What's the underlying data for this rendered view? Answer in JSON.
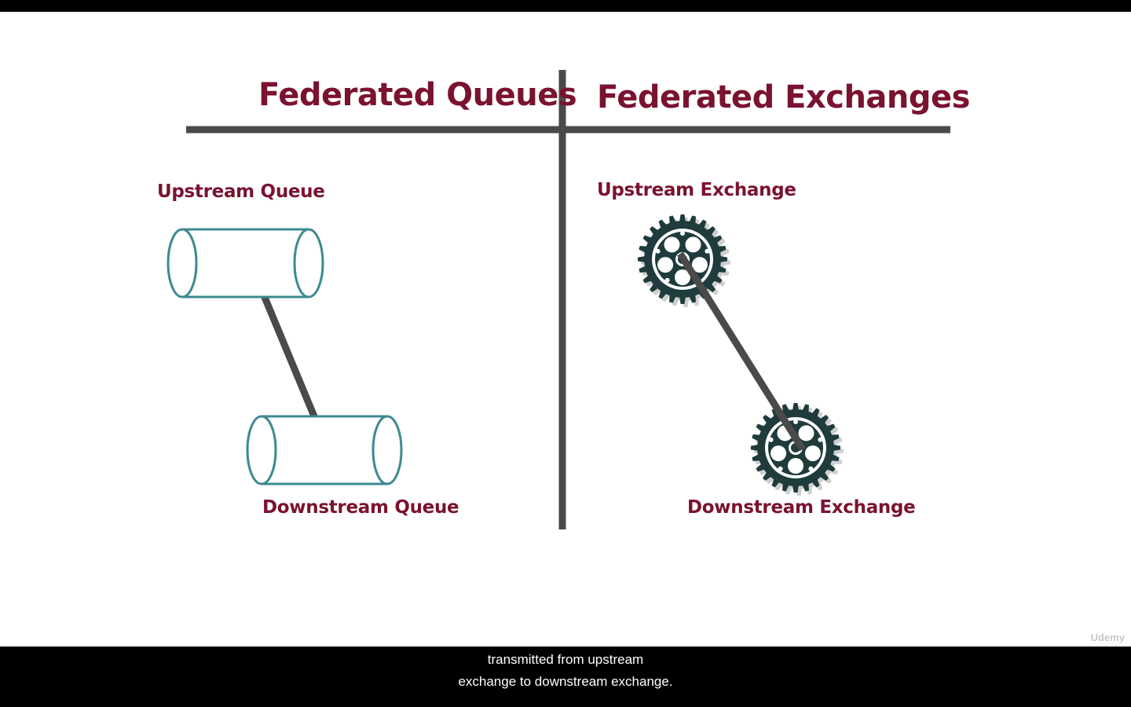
{
  "slide": {
    "left_heading": "Federated Queues",
    "right_heading": "Federated Exchanges",
    "upstream_queue_label": "Upstream Queue",
    "downstream_queue_label": "Downstream Queue",
    "upstream_exchange_label": "Upstream Exchange",
    "downstream_exchange_label": "Downstream Exchange",
    "watermark": "Udemy"
  },
  "colors": {
    "heading": "#7a1230",
    "divider": "#4a4a4a",
    "queue_outline": "#3d8a92",
    "gear": "#1f3b3c",
    "connector": "#4a4a4a"
  },
  "captions": {
    "line1": "transmitted from upstream",
    "line2": "exchange to downstream exchange."
  }
}
